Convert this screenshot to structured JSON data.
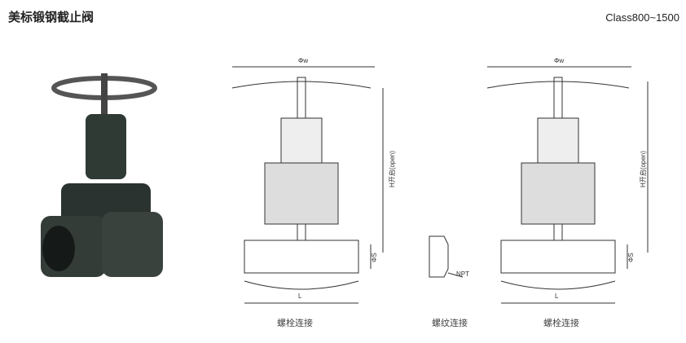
{
  "header": {
    "title": "美标锻钢截止阀",
    "class_range": "Class800~1500"
  },
  "drawings": [
    {
      "dim_w": "Φw",
      "dim_h": "H开启(open)",
      "dim_s": "ΦS",
      "dim_l": "L",
      "caption": "螺栓连接"
    },
    {
      "dim_npt": "NPT",
      "caption": "螺纹连接"
    },
    {
      "dim_w": "Φw",
      "dim_h": "H开启(open)",
      "dim_s": "ΦS",
      "dim_l": "L",
      "caption": "螺栓连接"
    }
  ]
}
